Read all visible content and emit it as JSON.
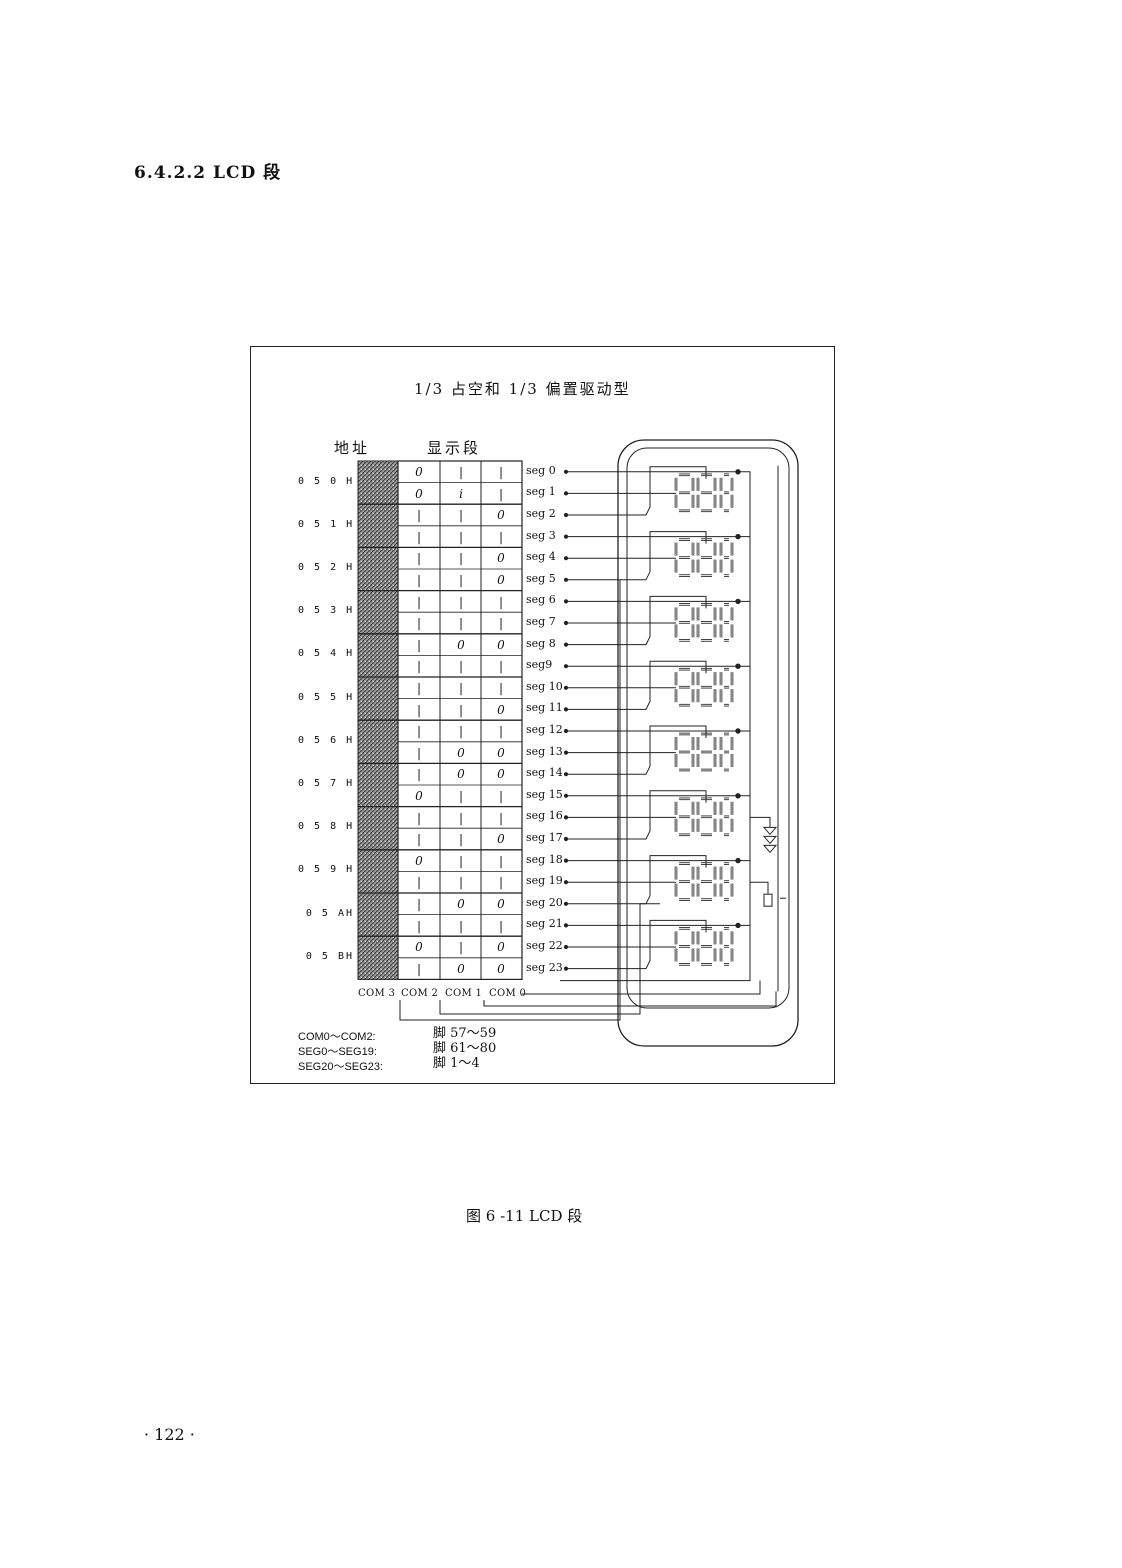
{
  "section_heading": "6.4.2.2  LCD 段",
  "diagram": {
    "title": "1/3 占空和 1/3 偏置驱动型",
    "col_address": "地址",
    "col_segments": "显示段",
    "rows": [
      {
        "address": "0 5 0 H",
        "cells": [
          [
            "0",
            "|",
            "|"
          ],
          [
            "0",
            "i",
            "|"
          ]
        ]
      },
      {
        "address": "0 5 1 H",
        "cells": [
          [
            "|",
            "|",
            "0"
          ],
          [
            "|",
            "|",
            "|"
          ]
        ]
      },
      {
        "address": "0 5 2 H",
        "cells": [
          [
            "|",
            "|",
            "0"
          ],
          [
            "|",
            "|",
            "0"
          ]
        ]
      },
      {
        "address": "0 5 3 H",
        "cells": [
          [
            "|",
            "|",
            "|"
          ],
          [
            "|",
            "|",
            "|"
          ]
        ]
      },
      {
        "address": "0 5 4 H",
        "cells": [
          [
            "|",
            "0",
            "0"
          ],
          [
            "|",
            "|",
            "|"
          ]
        ]
      },
      {
        "address": "0 5 5 H",
        "cells": [
          [
            "|",
            "|",
            "|"
          ],
          [
            "|",
            "|",
            "0"
          ]
        ]
      },
      {
        "address": "0 5 6 H",
        "cells": [
          [
            "|",
            "|",
            "|"
          ],
          [
            "|",
            "0",
            "0"
          ]
        ]
      },
      {
        "address": "0 5 7 H",
        "cells": [
          [
            "|",
            "0",
            "0"
          ],
          [
            "0",
            "|",
            "|"
          ]
        ]
      },
      {
        "address": "0 5 8 H",
        "cells": [
          [
            "|",
            "|",
            "|"
          ],
          [
            "|",
            "|",
            "0"
          ]
        ]
      },
      {
        "address": "0 5 9 H",
        "cells": [
          [
            "0",
            "|",
            "|"
          ],
          [
            "|",
            "|",
            "|"
          ]
        ]
      },
      {
        "address": "0 5 AH",
        "cells": [
          [
            "|",
            "0",
            "0"
          ],
          [
            "|",
            "|",
            "|"
          ]
        ]
      },
      {
        "address": "0 5 BH",
        "cells": [
          [
            "0",
            "|",
            "0"
          ],
          [
            "|",
            "0",
            "0"
          ]
        ]
      }
    ],
    "seg_labels": [
      "seg 0",
      "seg 1",
      "seg 2",
      "seg 3",
      "seg 4",
      "seg 5",
      "seg 6",
      "seg 7",
      "seg 8",
      "seg9",
      "seg 10",
      "seg 11",
      "seg 12",
      "seg 13",
      "seg 14",
      "seg 15",
      "seg 16",
      "seg 17",
      "seg 18",
      "seg 19",
      "seg 20",
      "seg 21",
      "seg 22",
      "seg 23"
    ],
    "com_labels": [
      "COM 3",
      "COM 2",
      "COM 1",
      "COM 0"
    ],
    "notes": [
      {
        "left": "COM0～COM2:",
        "right": "脚 57～59"
      },
      {
        "left": "SEG0～SEG19:",
        "right": "脚 61～80"
      },
      {
        "left": "SEG20～SEG23:",
        "right": "脚 1～4"
      }
    ]
  },
  "figure_caption": "图 6 -11   LCD 段",
  "page_number": "· 122 ·"
}
